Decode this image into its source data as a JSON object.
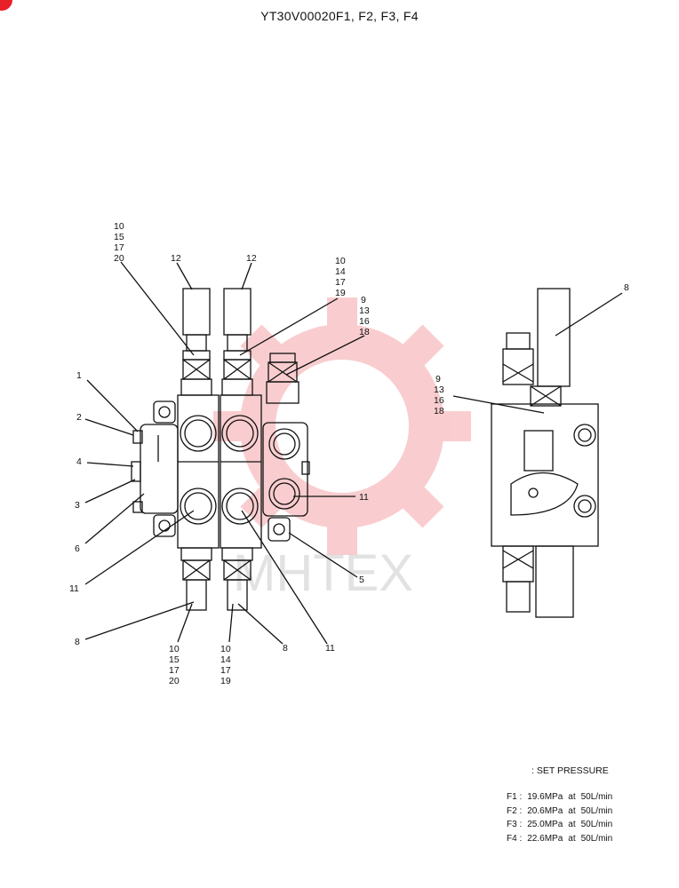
{
  "title": "YT30V00020F1, F2, F3, F4",
  "watermark": {
    "text": "MHTEX",
    "color": "#e8202a"
  },
  "callouts": {
    "stack_10_15_17_20_top": [
      "10",
      "15",
      "17",
      "20"
    ],
    "top_12_a": "12",
    "top_12_b": "12",
    "stack_10_14_17_19_top": [
      "10",
      "14",
      "17",
      "19"
    ],
    "stack_9_13_16_18_front": [
      "9",
      "13",
      "16",
      "18"
    ],
    "left_1": "1",
    "left_2": "2",
    "left_4": "4",
    "left_3": "3",
    "left_6": "6",
    "left_11": "11",
    "left_8": "8",
    "right_11": "11",
    "right_5": "5",
    "bottom_8": "8",
    "bottom_11": "11",
    "stack_10_15_17_20_bottom": [
      "10",
      "15",
      "17",
      "20"
    ],
    "stack_10_14_17_19_bottom": [
      "10",
      "14",
      "17",
      "19"
    ],
    "side_8": "8",
    "stack_9_13_16_18_side": [
      "9",
      "13",
      "16",
      "18"
    ]
  },
  "legend": {
    "heading": ": SET PRESSURE",
    "rows": [
      {
        "code": "F1 :",
        "pressure": "19.6MPa",
        "at": "at",
        "flow": "50L/min"
      },
      {
        "code": "F2 :",
        "pressure": "20.6MPa",
        "at": "at",
        "flow": "50L/min"
      },
      {
        "code": "F3 :",
        "pressure": "25.0MPa",
        "at": "at",
        "flow": "50L/min"
      },
      {
        "code": "F4 :",
        "pressure": "22.6MPa",
        "at": "at",
        "flow": "50L/min"
      }
    ]
  }
}
